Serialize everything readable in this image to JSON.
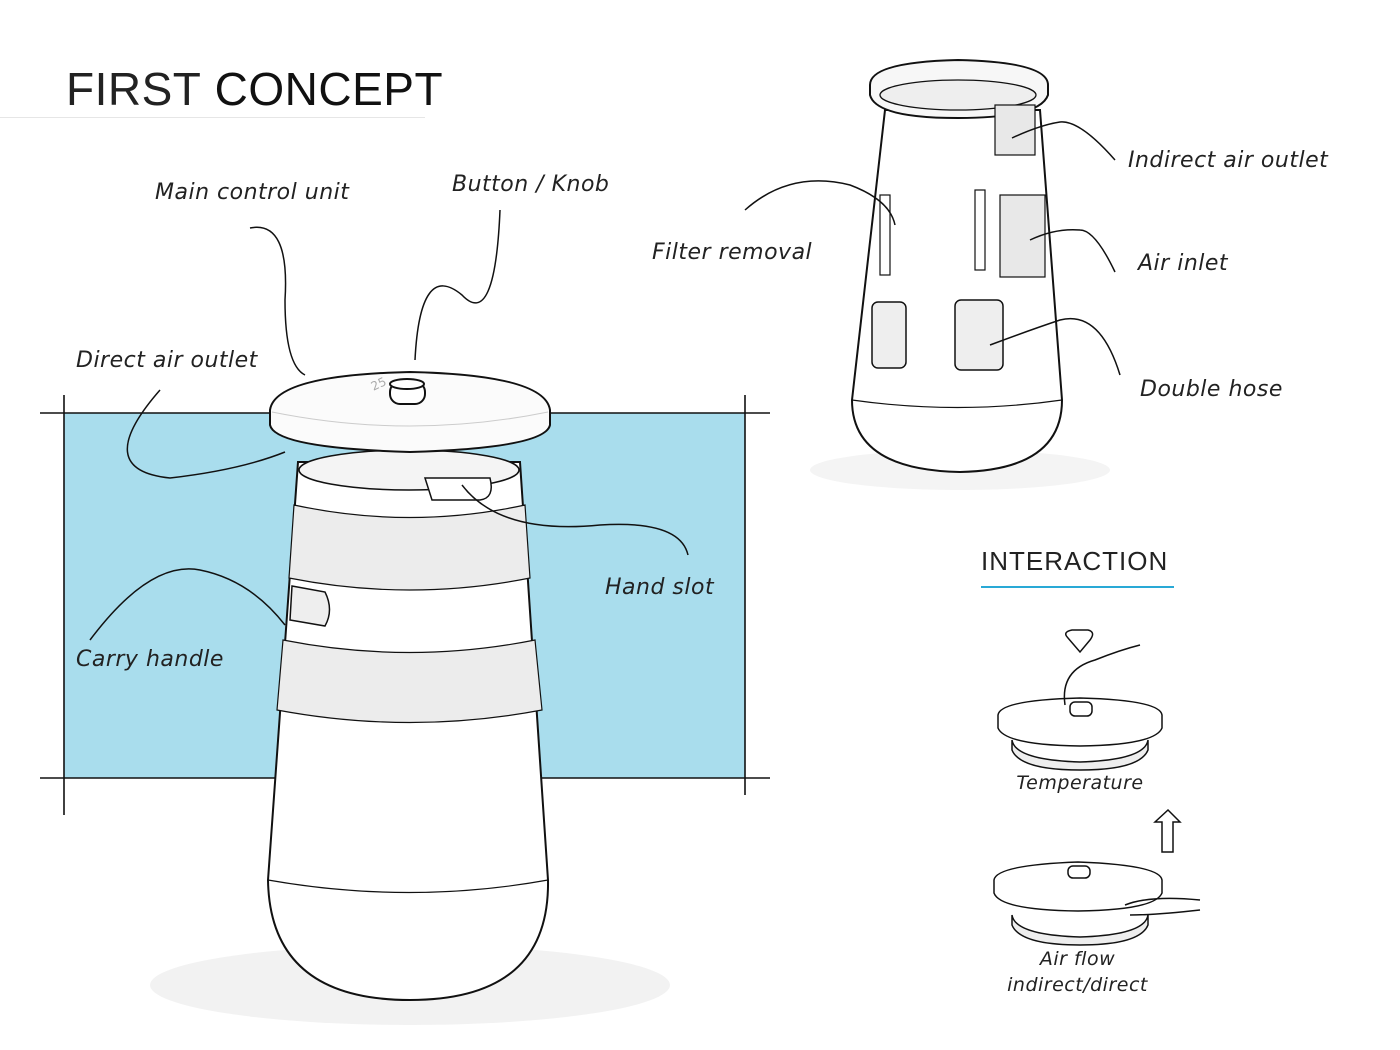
{
  "title": {
    "first": "FIRST",
    "second": "CONCEPT"
  },
  "labels": {
    "main_control_unit": "Main control unit",
    "button_knob": "Button / Knob",
    "direct_air_outlet": "Direct air outlet",
    "hand_slot": "Hand slot",
    "carry_handle": "Carry handle",
    "filter_removal": "Filter removal",
    "indirect_air_outlet": "Indirect air outlet",
    "air_inlet": "Air inlet",
    "double_hose": "Double hose"
  },
  "interaction": {
    "heading": "INTERACTION",
    "temperature": "Temperature",
    "air_flow_line1": "Air flow",
    "air_flow_line2": "indirect/direct"
  },
  "lid_marking": "25",
  "colors": {
    "backdrop": "#a9dded",
    "accent": "#29a9d6",
    "line": "#1a1a1a"
  }
}
